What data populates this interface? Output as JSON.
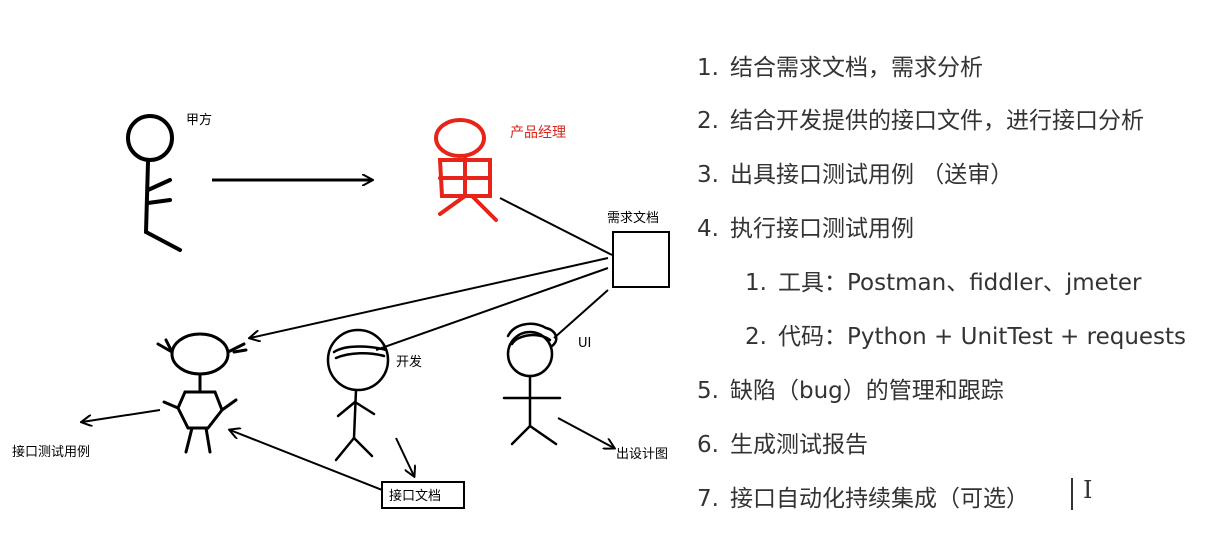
{
  "diagram": {
    "party_a": "甲方",
    "product_manager": "产品经理",
    "requirements_doc": "需求文档",
    "developer": "开发",
    "ui": "UI",
    "api_test_cases": "接口测试用例",
    "api_doc": "接口文档",
    "design_output": "出设计图",
    "colors": {
      "ink": "#000000",
      "pm": "#e8231a",
      "pm_label": "#d9261c"
    }
  },
  "steps": [
    {
      "num": "1.",
      "text": "结合需求文档，需求分析"
    },
    {
      "num": "2.",
      "text": "结合开发提供的接口文件，进行接口分析"
    },
    {
      "num": "3.",
      "text": "出具接口测试用例 （送审）"
    },
    {
      "num": "4.",
      "text": "执行接口测试用例"
    },
    {
      "num": "1.",
      "text": "工具：Postman、fiddler、jmeter"
    },
    {
      "num": "2.",
      "text": "代码：Python + UnitTest + requests"
    },
    {
      "num": "5.",
      "text": "缺陷（bug）的管理和跟踪"
    },
    {
      "num": "6.",
      "text": "生成测试报告"
    },
    {
      "num": "7.",
      "text": "接口自动化持续集成（可选）"
    }
  ],
  "cursor_glyph": "I"
}
